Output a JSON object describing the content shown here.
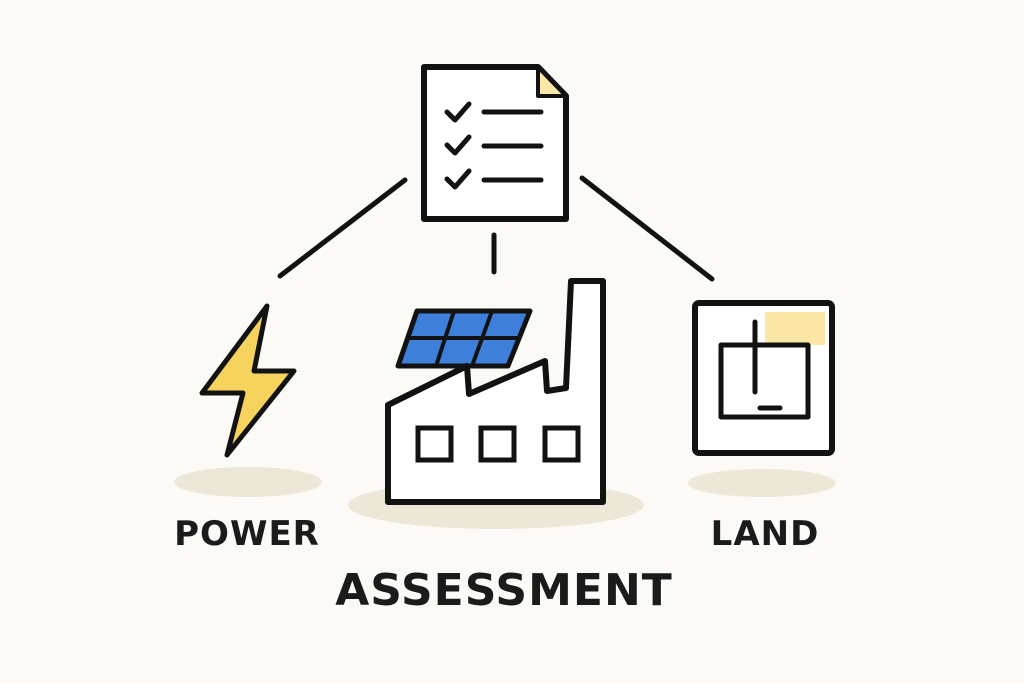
{
  "labels": {
    "power": "POWER",
    "land": "LAND",
    "assessment": "ASSESSMENT"
  },
  "icons": {
    "top": "checklist-document-icon",
    "left": "lightning-bolt-icon",
    "center": "factory-with-solar-panel-icon",
    "right": "land-plot-map-icon"
  },
  "colors": {
    "stroke": "#121212",
    "bolt": "#f5d35c",
    "solar_panel": "#3d7fd9",
    "page_fold": "#fbe8a6",
    "shadow": "#ece7d6",
    "background": "#fbfaf6"
  }
}
